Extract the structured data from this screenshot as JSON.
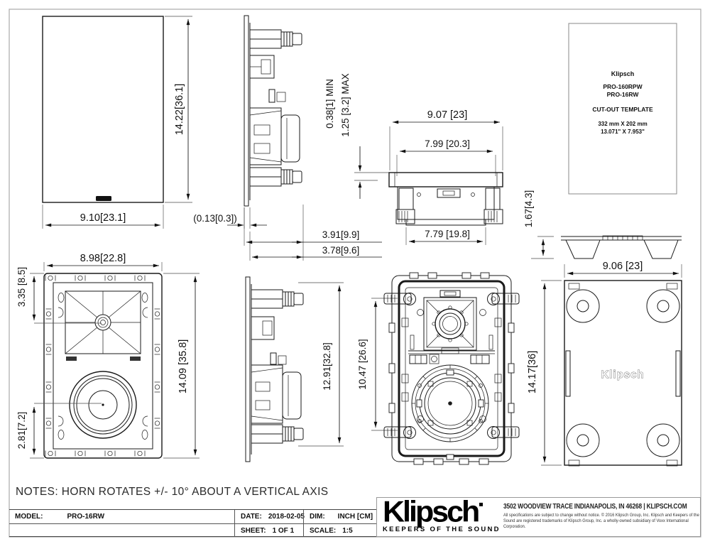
{
  "notes": "NOTES: HORN ROTATES +/- 10° ABOUT A VERTICAL AXIS",
  "dims": {
    "grille_height": "14.22[36.1]",
    "grille_width": "9.10[23.1]",
    "grille_offset": "(0.13[0.3])",
    "protrusion_min": "0.38[1] MIN",
    "protrusion_max": "1.25 [3.2] MAX",
    "depth_total": "3.91[9.9]",
    "depth_body": "3.78[9.6]",
    "top_width": "9.07 [23]",
    "top_inner_width": "7.99 [20.3]",
    "top_back_width": "7.79 [19.8]",
    "bracket_height": "1.67[4.3]",
    "back_width": "9.06 [23]",
    "back_height": "14.17[36]",
    "front_width": "8.98[22.8]",
    "horn_offset": "3.35 [8.5]",
    "woofer_offset": "2.81[7.2]",
    "front_height": "14.09 [35.8]",
    "side_height": "12.91[32.8]",
    "cutout_height": "10.47 [26.6]"
  },
  "cutout_template": {
    "logo": "Klipsch",
    "model1": "PRO-160RPW",
    "model2": "PRO-16RW",
    "title": "CUT-OUT TEMPLATE",
    "size_mm": "332 mm X 202 mm",
    "size_in": "13.071\" X 7.953\""
  },
  "back_logo": "Klipsch",
  "title_block": {
    "model_label": "MODEL:",
    "model_value": "PRO-16RW",
    "date_label": "DATE:",
    "date_value": "2018-02-05",
    "dim_label": "DIM:",
    "dim_value": "INCH [CM]",
    "sheet_label": "SHEET:",
    "sheet_value": "1 OF 1",
    "scale_label": "SCALE:",
    "scale_value": "1:5"
  },
  "brand": {
    "logo": "Klipsch",
    "tagline": "KEEPERS OF THE SOUND",
    "address": "3502 WOODVIEW TRACE INDIANAPOLIS, IN 46268 |  KLIPSCH.COM",
    "legal": "All specifications are subject to change without notice. © 2016 Klipsch Group, Inc. Klipsch and Keepers of the Sound are registered trademarks of Klipsch Group, Inc. a wholly-owned subsidiary of Voxx International Corporation."
  }
}
